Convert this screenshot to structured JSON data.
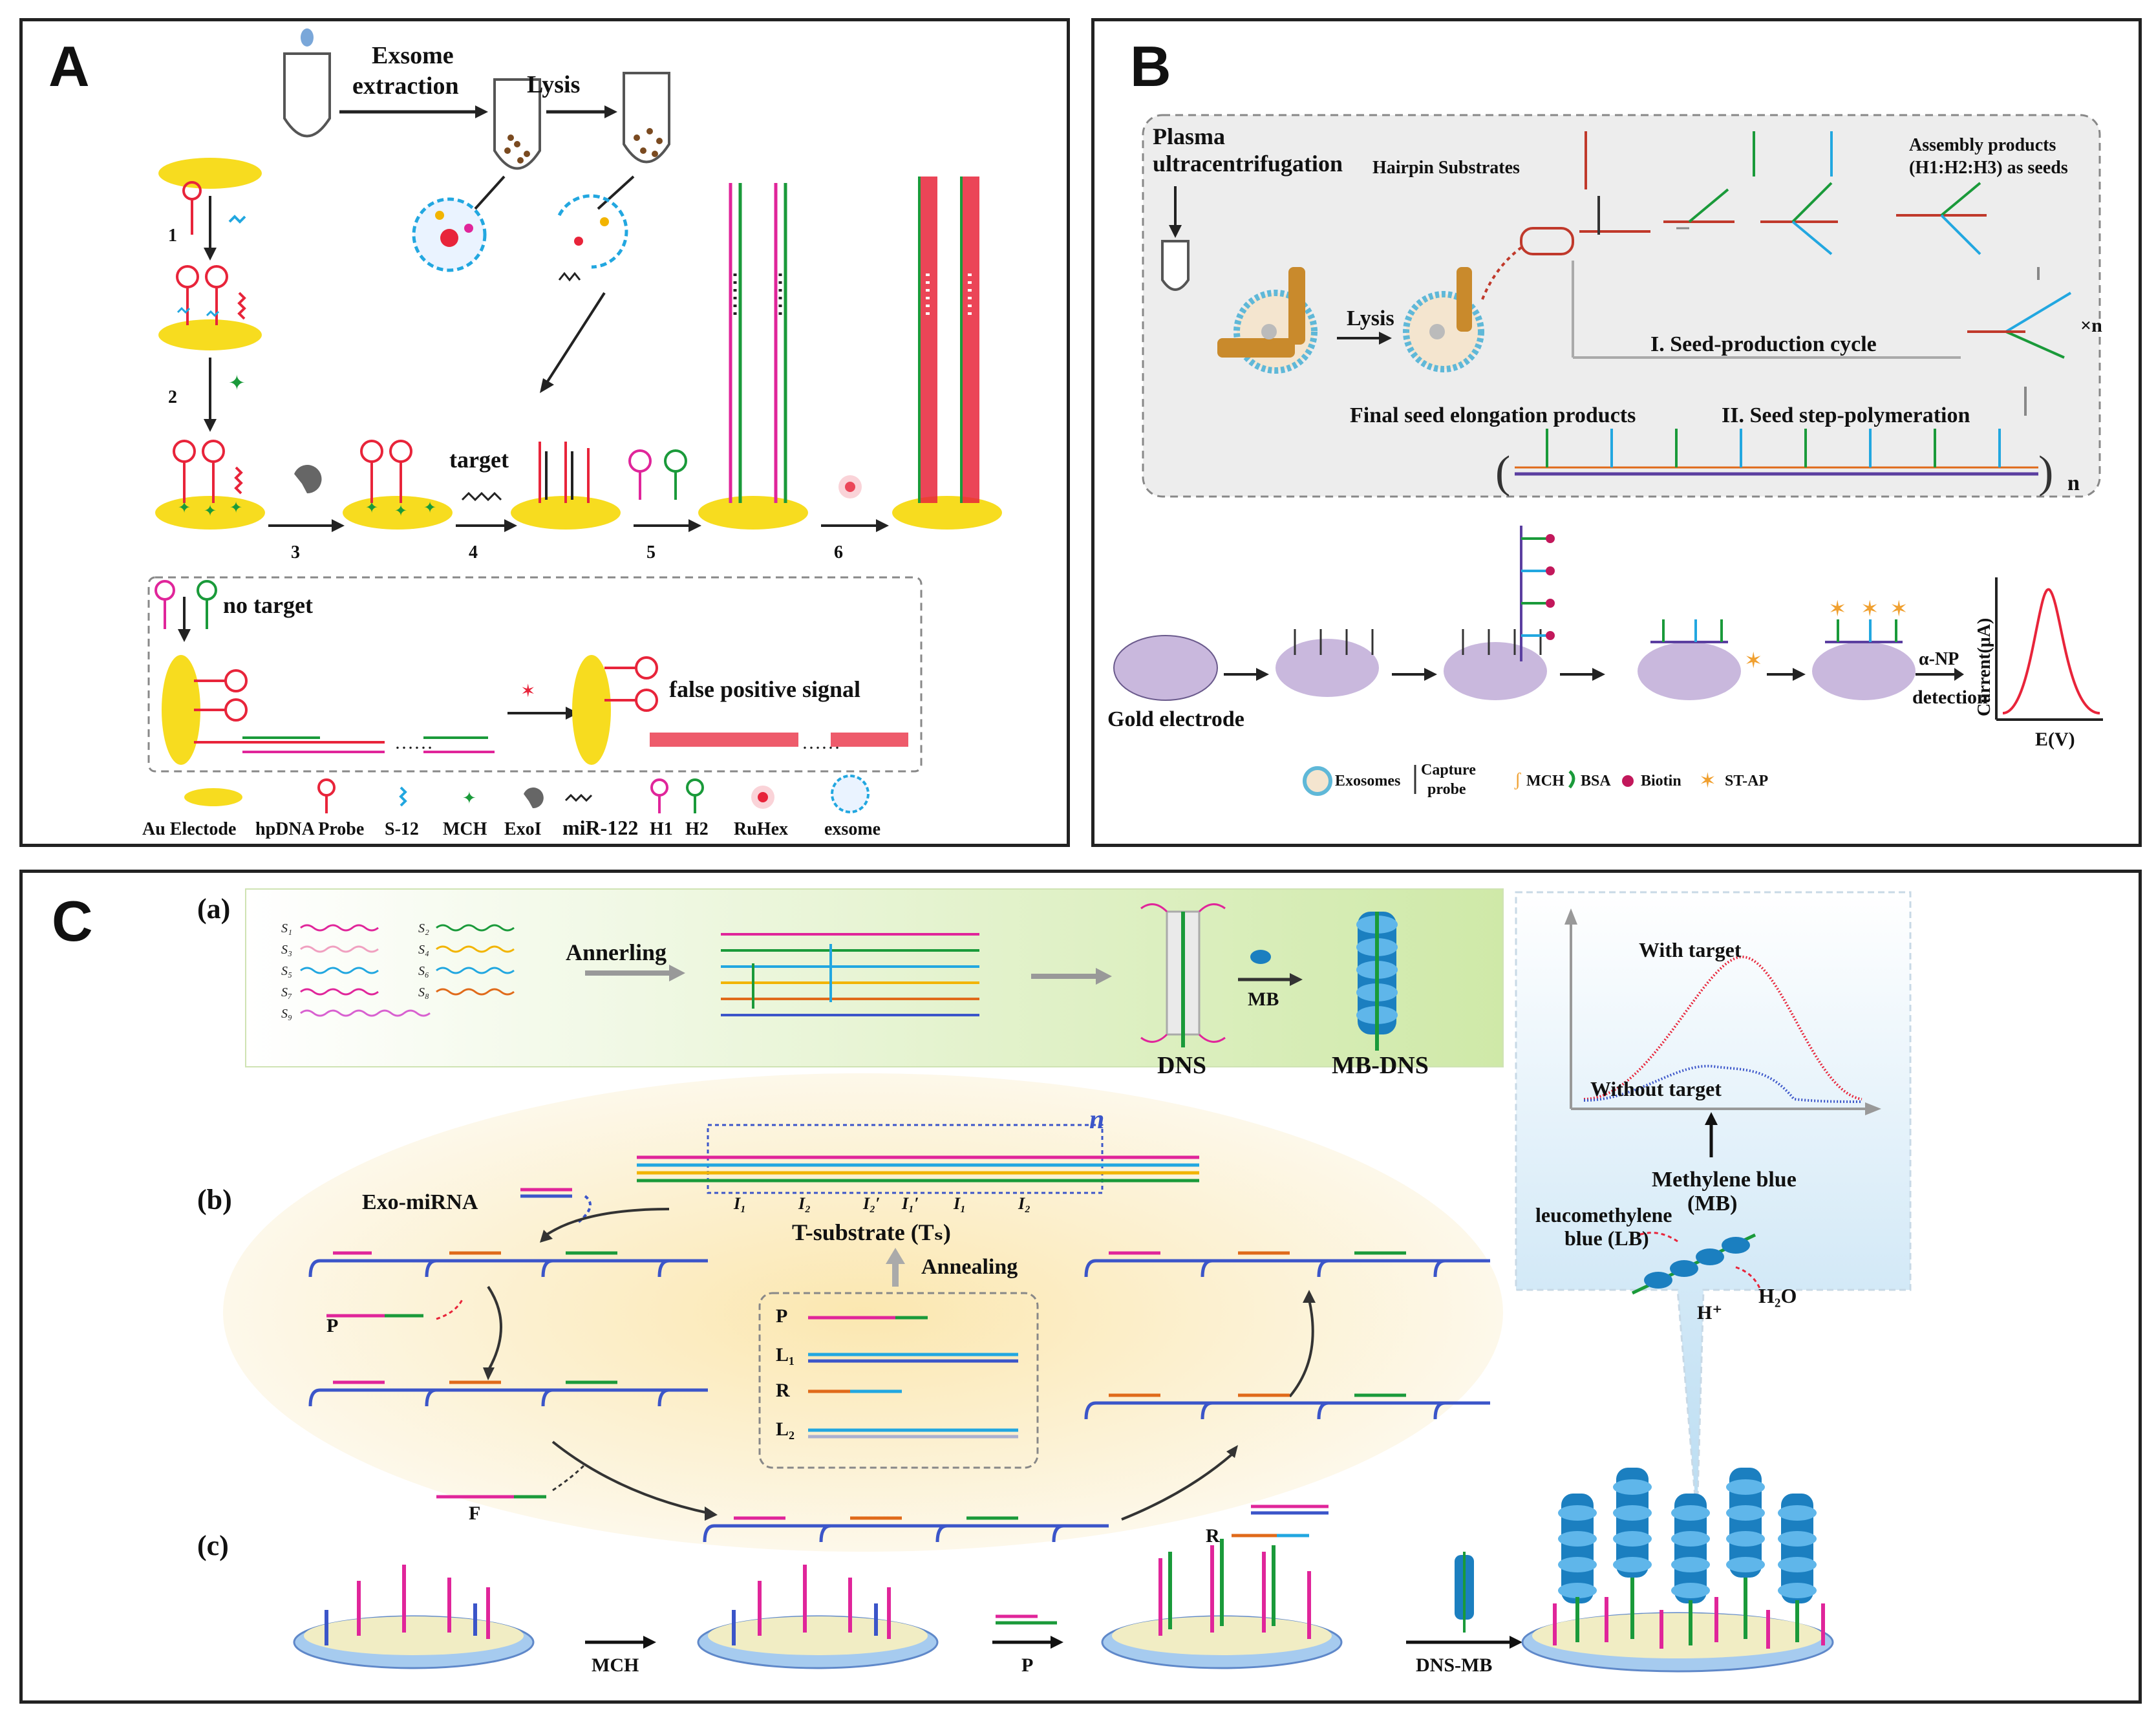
{
  "panel_a": {
    "letter": "A",
    "exosome_extraction_1": "Exsome",
    "exosome_extraction_2": "extraction",
    "lysis": "Lysis",
    "steps": [
      "1",
      "2",
      "3",
      "4",
      "5",
      "6"
    ],
    "target": "target",
    "no_target": "no target",
    "false_positive": "false positive signal",
    "legend": [
      "Au Electode",
      "hpDNA Probe",
      "S-12",
      "MCH",
      "ExoI",
      "miR-122",
      "H1",
      "H2",
      "RuHex",
      "exsome"
    ]
  },
  "panel_b": {
    "letter": "B",
    "plasma_1": "Plasma",
    "plasma_2": "ultracentrifugation",
    "hairpin": "Hairpin Substrates",
    "assembly_1": "Assembly products",
    "assembly_2": "(H1:H2:H3) as seeds",
    "lysis": "Lysis",
    "seed_cycle": "I. Seed-production cycle",
    "times_n": "×n",
    "final_seed": "Final seed elongation products",
    "step_poly": "II. Seed step-polymeration",
    "n": "n",
    "gold": "Gold electrode",
    "alpha_np": "α-NP",
    "detection": "detection",
    "current": "Current(μA)",
    "ev": "E(V)",
    "legend": [
      "Exosomes",
      "Capture",
      "probe",
      "MCH",
      "BSA",
      "Biotin",
      "ST-AP"
    ]
  },
  "panel_c": {
    "letter": "C",
    "a_label": "(a)",
    "b_label": "(b)",
    "c_label": "(c)",
    "strands": [
      "S₁",
      "S₃",
      "S₅",
      "S₇",
      "S₉",
      "S₂",
      "S₄",
      "S₆",
      "S₈"
    ],
    "annerling": "Annerling",
    "mb": "MB",
    "dns": "DNS",
    "mb_dns": "MB-DNS",
    "with_target": "With target",
    "without_target": "Without target",
    "exo_mirna": "Exo-miRNA",
    "t_substrate": "T-substrate (Tₛ)",
    "n": "n",
    "annealing": "Annealing",
    "p": "P",
    "l1": "L₁",
    "r": "R",
    "l2": "L₂",
    "f": "F",
    "methylene_1": "Methylene blue",
    "methylene_2": "(MB)",
    "leuco_1": "leucomethylene",
    "leuco_2": "blue (LB)",
    "h2o": "H₂O",
    "hplus": "H⁺",
    "mch": "MCH",
    "p_step": "P",
    "dns_mb": "DNS-MB"
  },
  "colors": {
    "gold": "#f7dc1f",
    "red": "#e8243a",
    "cyan": "#22a7e0",
    "green": "#1a9a3a",
    "magenta": "#e0259a",
    "purple": "#c9b8dd",
    "blue": "#3b55c9"
  }
}
